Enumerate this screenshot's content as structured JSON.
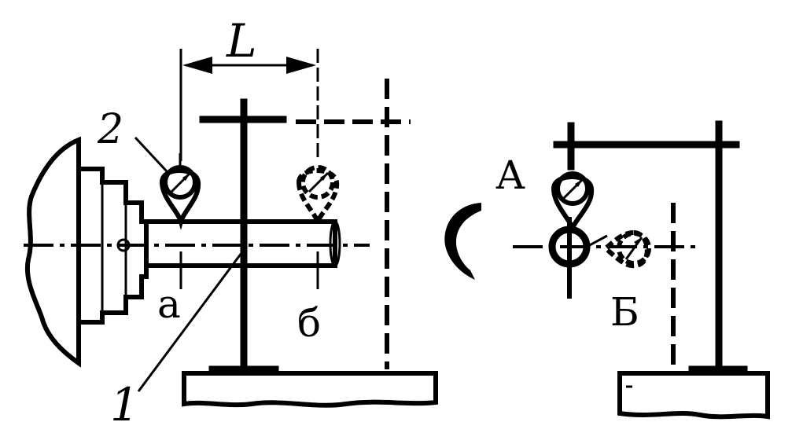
{
  "labels": {
    "distance": "L",
    "indicator_number": "2",
    "shaft_number": "1",
    "point_a": "а",
    "point_b": "б",
    "position_a": "А",
    "position_b": "Б"
  }
}
